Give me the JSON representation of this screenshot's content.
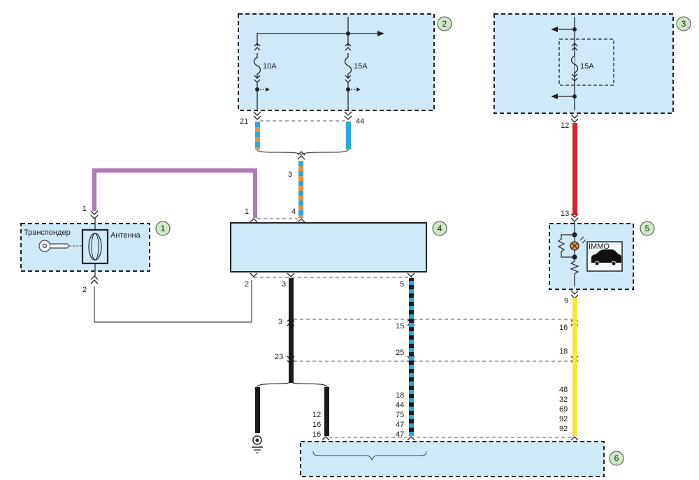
{
  "components": {
    "c1": {
      "badge": "1",
      "transponder_label": "Транспондер",
      "antenna_label": "Антенна"
    },
    "c2": {
      "badge": "2",
      "fuse1": "10A",
      "fuse2": "15A"
    },
    "c3": {
      "badge": "3",
      "fuse": "15A"
    },
    "c4": {
      "badge": "4"
    },
    "c5": {
      "badge": "5",
      "immo_label": "IMMO"
    },
    "c6": {
      "badge": "6"
    }
  },
  "pins": {
    "c2_left": "21",
    "c2_right": "44",
    "splice_top": "3",
    "c3_out": "12",
    "c1_top": "1",
    "c1_bottom": "2",
    "c4_in1": "1",
    "c4_in4": "4",
    "c4_out2": "2",
    "c4_out3": "3",
    "c4_out5": "5",
    "c5_in": "13",
    "c5_out": "9",
    "conn1_black": "3",
    "conn1_blue": "15",
    "conn1_yellow": "16",
    "conn2_black": "23",
    "conn2_blue": "25",
    "conn2_yellow": "18",
    "ground_pins": [
      "12",
      "16",
      "16"
    ],
    "blue_pins": [
      "18",
      "44",
      "75",
      "47",
      "47"
    ],
    "yellow_pins": [
      "48",
      "32",
      "69",
      "92",
      "92"
    ]
  },
  "colors": {
    "box_fill": "#cfe9f7",
    "badge_fill": "#cfe8c7",
    "wire_pink": "#b07ab8",
    "wire_blue": "#2aa7dd",
    "wire_orange": "#e8923a",
    "wire_red": "#d8212b",
    "wire_yellow": "#f3ea2e",
    "wire_black": "#1a1a1a"
  }
}
